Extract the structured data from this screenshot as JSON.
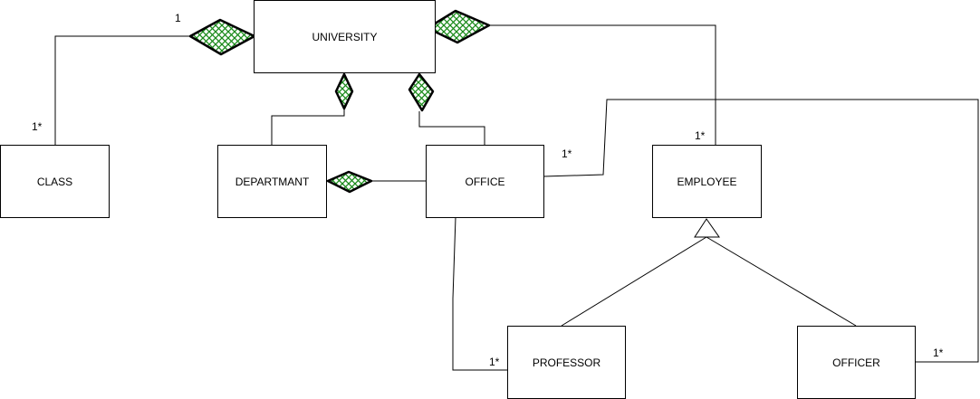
{
  "classes": {
    "university": "UNIVERSITY",
    "class": "CLASS",
    "department": "DEPARTMANT",
    "office": "OFFICE",
    "employee": "EMPLOYEE",
    "professor": "PROFESSOR",
    "officer": "OFFICER"
  },
  "multiplicities": {
    "university_class_one": "1",
    "class_many": "1*",
    "office_employee_many": "1*",
    "employee_many": "1*",
    "professor_many": "1*",
    "officer_many": "1*"
  },
  "colors": {
    "line": "#000000",
    "hatch": "#1a8a1a"
  }
}
